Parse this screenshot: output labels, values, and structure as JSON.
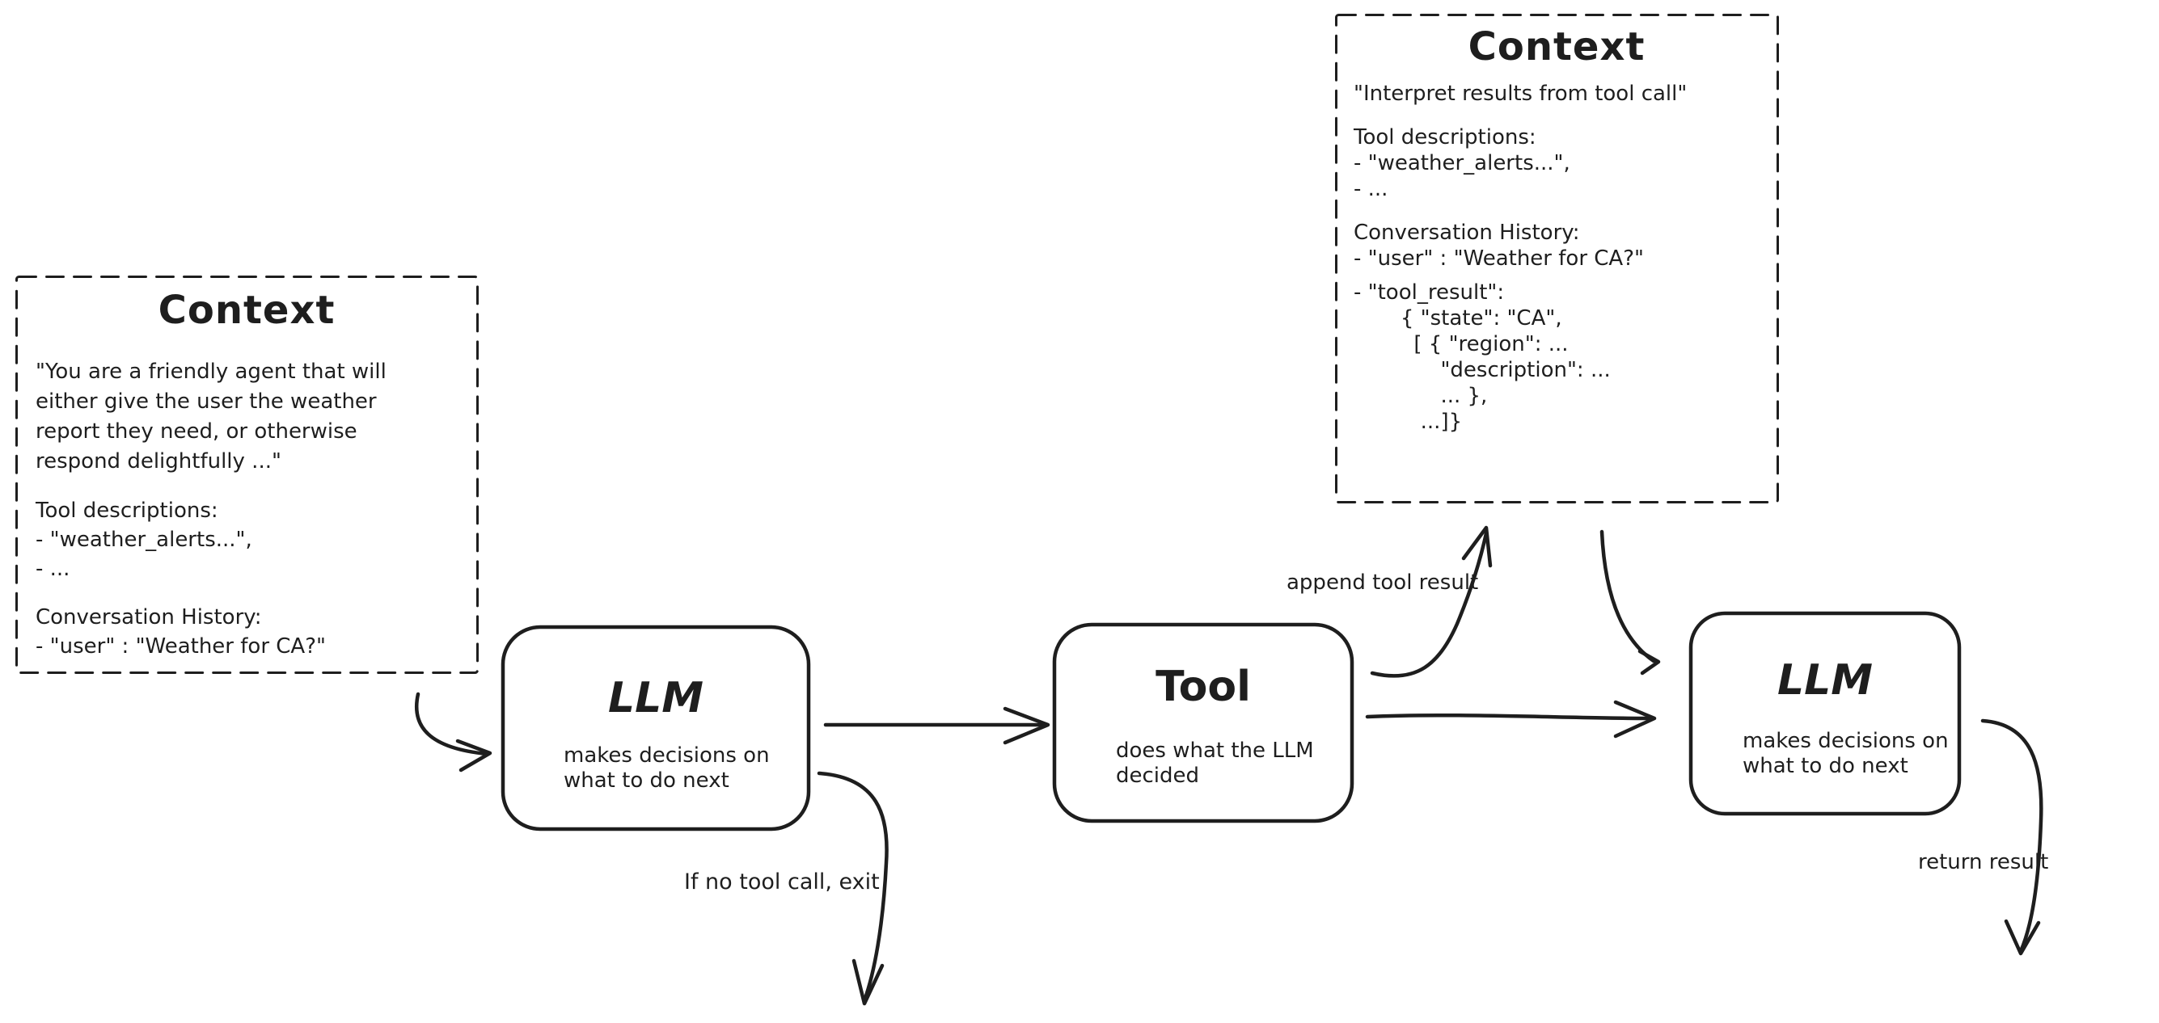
{
  "colors": {
    "ink": "#1e1e1e",
    "background": "#ffffff"
  },
  "context_left": {
    "title": "Context",
    "system_prompt": "\"You are a friendly agent that will\neither give the user the weather\nreport they need, or otherwise\nrespond delightfully ...\"",
    "tool_descriptions_heading": "Tool descriptions:",
    "tool_items": [
      "- \"weather_alerts...\",",
      "- ..."
    ],
    "history_heading": "Conversation History:",
    "history_items": [
      "- \"user\" : \"Weather for CA?\""
    ]
  },
  "context_right": {
    "title": "Context",
    "instruction": "\"Interpret results from tool call\"",
    "tool_descriptions_heading": "Tool descriptions:",
    "tool_items": [
      "- \"weather_alerts...\",",
      "- ..."
    ],
    "history_heading": "Conversation History:",
    "history_items": [
      "- \"user\" : \"Weather for CA?\""
    ],
    "tool_result_lines": [
      "- \"tool_result\":",
      "       { \"state\": \"CA\",",
      "         [ { \"region\": ...",
      "             \"description\": ...",
      "             ... },",
      "          ...]}"
    ]
  },
  "nodes": {
    "llm1": {
      "title": "LLM",
      "subtitle": "makes decisions on\nwhat to do next"
    },
    "tool": {
      "title": "Tool",
      "subtitle": "does what the LLM\ndecided"
    },
    "llm2": {
      "title": "LLM",
      "subtitle": "makes decisions on\nwhat to do next"
    }
  },
  "edge_labels": {
    "append_tool_result": "append tool result",
    "no_tool_call_exit": "If no tool call, exit",
    "return_result": "return result"
  }
}
